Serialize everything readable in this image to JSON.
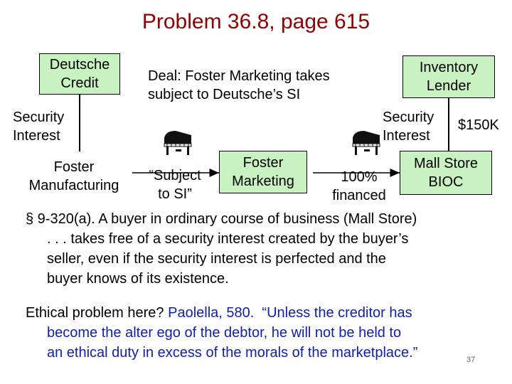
{
  "title": "Problem 36.8, page 615",
  "boxes": {
    "deutsche": [
      "Deutsche",
      "Credit"
    ],
    "inventory_lender": [
      "Inventory",
      "Lender"
    ],
    "foster_marketing": [
      "Foster",
      "Marketing"
    ],
    "mall_store": [
      "Mall Store",
      "BIOC"
    ]
  },
  "deal_text": [
    "Deal: Foster Marketing takes",
    "subject to Deutsche’s SI"
  ],
  "security_interest_left": [
    "Security",
    "Interest"
  ],
  "security_interest_right": [
    "Security",
    "Interest"
  ],
  "amount": "$150K",
  "foster_manufacturing": [
    "Foster",
    "Manufacturing"
  ],
  "subject_to_si": [
    "“Subject",
    "to SI”"
  ],
  "financed": [
    "100%",
    "financed"
  ],
  "statute": [
    "§ 9-320(a).  A buyer in ordinary course of business (Mall Store)",
    ". . . takes free of a security interest created by the buyer’s",
    "seller, even if the security interest is perfected and the",
    "buyer knows of its existence."
  ],
  "ethics": {
    "question": "Ethical problem here?",
    "quote_lines": [
      " Paolella, 580.  “Unless the creditor has",
      "become the alter ego of the debtor, he will not be held to",
      "an ethical duty in excess of the morals of the marketplace.”"
    ]
  },
  "page_number": "37",
  "colors": {
    "title": "#8b0000",
    "box_fill": "#c9f2c1",
    "quote": "#0f1fa8"
  }
}
